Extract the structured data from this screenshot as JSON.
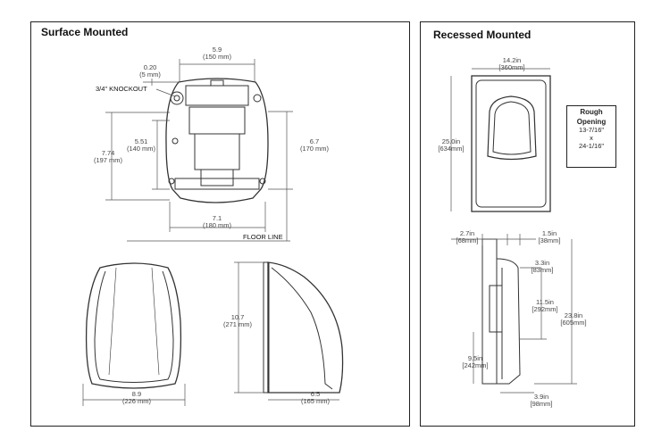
{
  "panels": {
    "surface": {
      "title": "Surface Mounted"
    },
    "recessed": {
      "title": "Recessed Mounted"
    }
  },
  "surface_dims": {
    "width_top": {
      "a": "5.9",
      "b": "(150 mm)"
    },
    "offset": {
      "a": "0.20",
      "b": "(5 mm)"
    },
    "knockout": "3/4\" KNOCKOUT",
    "h_inner": {
      "a": "5.51",
      "b": "(140 mm)"
    },
    "h_outer": {
      "a": "7.74",
      "b": "(197 mm)"
    },
    "h_right": {
      "a": "6.7",
      "b": "(170 mm)"
    },
    "width_bottom": {
      "a": "7.1",
      "b": "(180 mm)"
    },
    "floor": "FLOOR LINE",
    "front_width": {
      "a": "8.9",
      "b": "(226 mm)"
    },
    "side_height": {
      "a": "10.7",
      "b": "(271 mm)"
    },
    "side_depth": {
      "a": "6.5",
      "b": "(165 mm)"
    }
  },
  "recessed_dims": {
    "width": {
      "a": "14.2in",
      "b": "[360mm]"
    },
    "height": {
      "a": "25.0in",
      "b": "[634mm]"
    },
    "rough": {
      "title1": "Rough",
      "title2": "Opening",
      "w": "13-7/16\"",
      "x": "x",
      "h": "24-1/16\""
    },
    "d1": {
      "a": "2.7in",
      "b": "[68mm]"
    },
    "d2": {
      "a": "1.5in",
      "b": "[38mm]"
    },
    "d3": {
      "a": "3.3in",
      "b": "[83mm]"
    },
    "d4": {
      "a": "11.5in",
      "b": "[292mm]"
    },
    "d5": {
      "a": "23.8in",
      "b": "[605mm]"
    },
    "d6": {
      "a": "9.5in",
      "b": "[242mm]"
    },
    "d7": {
      "a": "3.9in",
      "b": "[98mm]"
    }
  }
}
